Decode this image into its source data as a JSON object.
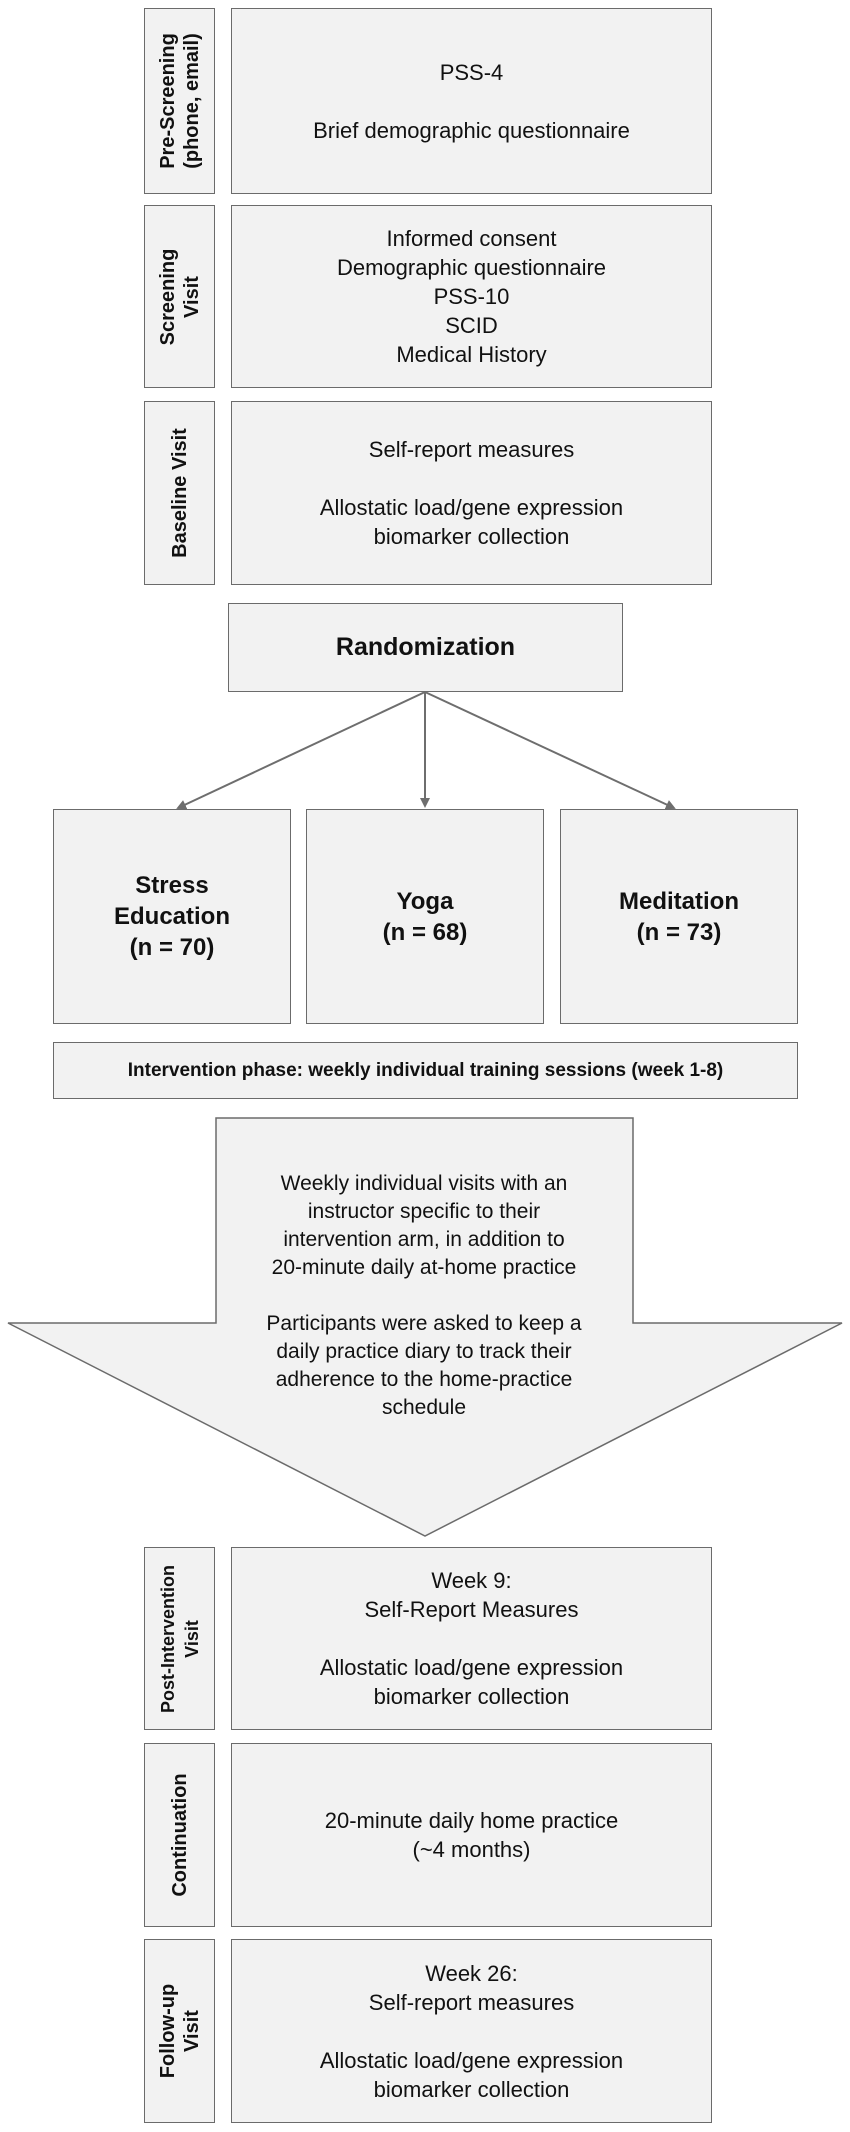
{
  "stages": {
    "pre_screening": {
      "label": [
        "Pre-Screening",
        "(phone, email)"
      ],
      "lines": [
        "PSS-4",
        "",
        "Brief demographic questionnaire"
      ]
    },
    "screening": {
      "label": [
        "Screening",
        "Visit"
      ],
      "lines": [
        "Informed consent",
        "Demographic questionnaire",
        "PSS-10",
        "SCID",
        "Medical History"
      ]
    },
    "baseline": {
      "label": [
        "Baseline Visit"
      ],
      "lines": [
        "Self-report measures",
        "",
        "Allostatic load/gene expression",
        "biomarker collection"
      ]
    },
    "post_intervention": {
      "label": [
        "Post-Intervention",
        "Visit"
      ],
      "lines": [
        "Week 9:",
        "Self-Report Measures",
        "",
        "Allostatic load/gene expression",
        "biomarker collection"
      ]
    },
    "continuation": {
      "label": [
        "Continuation"
      ],
      "lines": [
        "20-minute daily home practice",
        "(~4 months)"
      ]
    },
    "follow_up": {
      "label": [
        "Follow-up",
        "Visit"
      ],
      "lines": [
        "Week 26:",
        "Self-report measures",
        "",
        "Allostatic load/gene expression",
        "biomarker collection"
      ]
    }
  },
  "randomization": "Randomization",
  "arms": [
    {
      "name_lines": [
        "Stress",
        "Education"
      ],
      "n": "(n = 70)"
    },
    {
      "name_lines": [
        "Yoga"
      ],
      "n": "(n = 68)"
    },
    {
      "name_lines": [
        "Meditation"
      ],
      "n": "(n = 73)"
    }
  ],
  "intervention_phase": "Intervention phase: weekly individual training sessions (week 1-8)",
  "intervention_description": [
    "Weekly individual visits with an",
    "instructor specific to their",
    "intervention arm, in addition to",
    "20-minute daily at-home practice",
    "",
    "Participants were asked to keep a",
    "daily practice diary to track their",
    "adherence to the home-practice",
    "schedule"
  ],
  "colors": {
    "box_fill": "#f2f2f2",
    "box_border": "#6b6b6b",
    "arrow": "#6e6e6e"
  }
}
